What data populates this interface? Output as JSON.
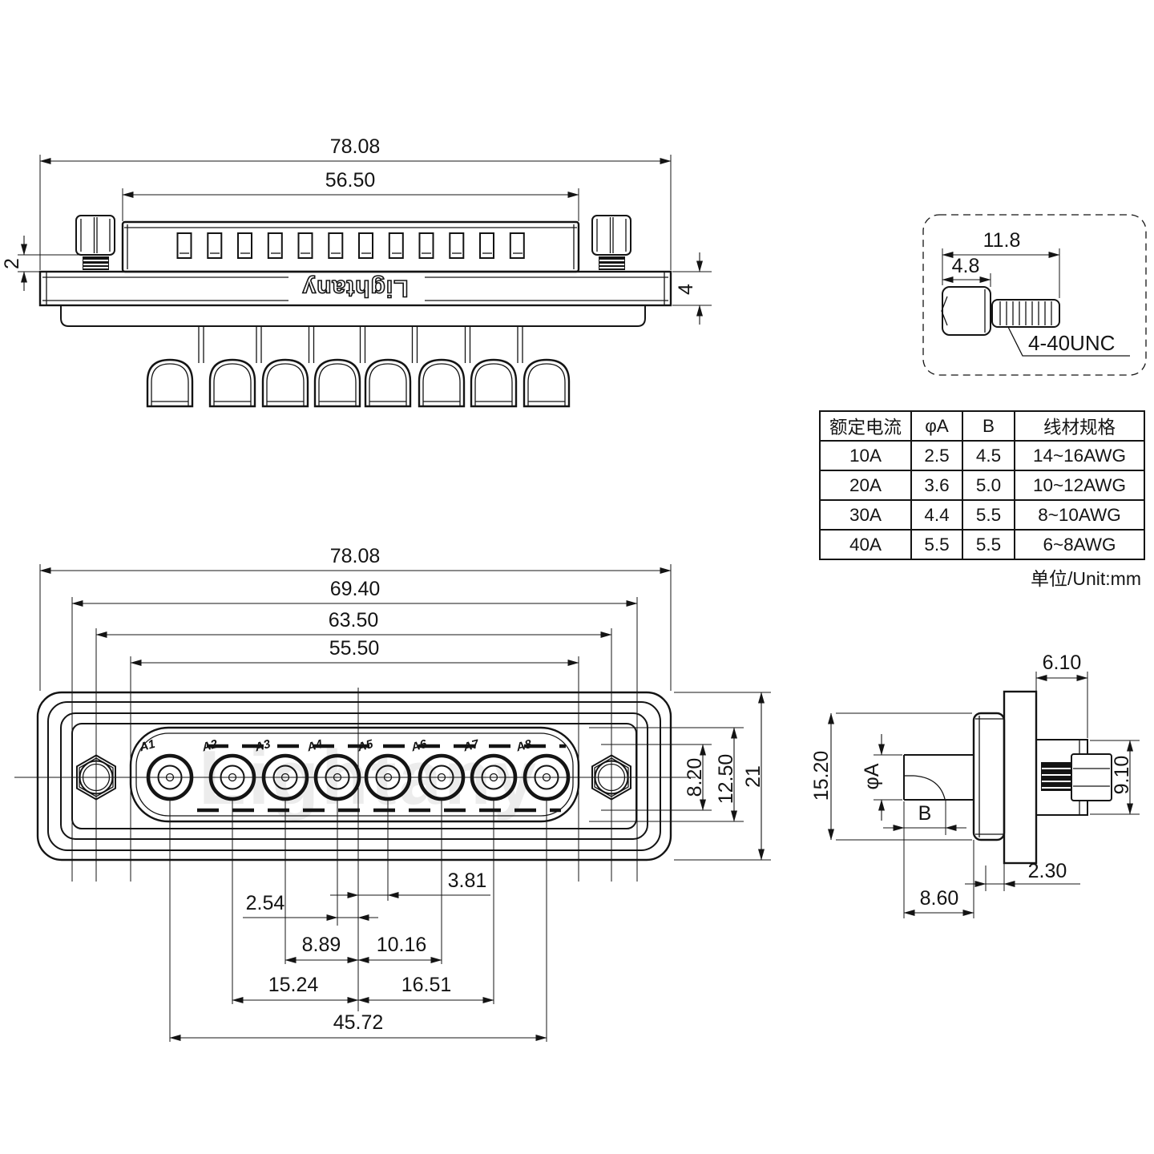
{
  "brand": "Lightany",
  "top_view": {
    "dim_overall": "78.08",
    "dim_body": "56.50",
    "dim_screw_protrusion": "2",
    "dim_flange_thickness": "4"
  },
  "screw_detail": {
    "dim_total": "11.8",
    "dim_head": "4.8",
    "thread_spec": "4-40UNC"
  },
  "spec_table": {
    "headers": [
      "额定电流",
      "φA",
      "B",
      "线材规格"
    ],
    "rows": [
      [
        "10A",
        "2.5",
        "4.5",
        "14~16AWG"
      ],
      [
        "20A",
        "3.6",
        "5.0",
        "10~12AWG"
      ],
      [
        "30A",
        "4.4",
        "5.5",
        "8~10AWG"
      ],
      [
        "40A",
        "5.5",
        "5.5",
        "6~8AWG"
      ]
    ],
    "unit_note": "单位/Unit:mm"
  },
  "front_view": {
    "dim_w1": "78.08",
    "dim_w2": "69.40",
    "dim_w3": "63.50",
    "dim_w4": "55.50",
    "dim_h1": "8.20",
    "dim_h2": "12.50",
    "dim_h3": "21",
    "dim_p1": "3.81",
    "dim_p2": "2.54",
    "dim_p3": "8.89",
    "dim_p4": "10.16",
    "dim_p5": "15.24",
    "dim_p6": "16.51",
    "dim_p7": "45.72",
    "pins": [
      "A1",
      "A2",
      "A3",
      "A4",
      "A5",
      "A6",
      "A7",
      "A8"
    ]
  },
  "side_view": {
    "dim_boss": "6.10",
    "dim_shell_height": "15.20",
    "dim_nut": "9.10",
    "dim_step": "2.30",
    "dim_depth": "8.60",
    "dim_pin_dia": "φA",
    "dim_cup": "B"
  }
}
